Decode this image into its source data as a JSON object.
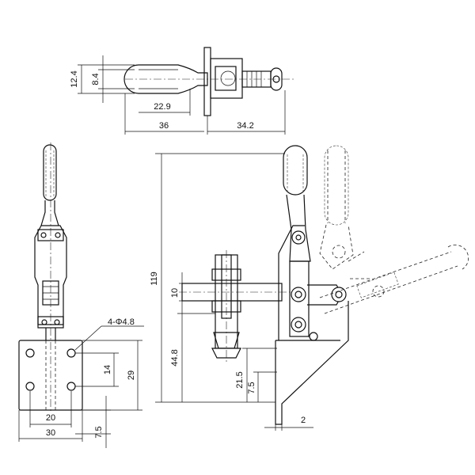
{
  "dimensions": {
    "top_12_4": "12.4",
    "top_8_4": "8.4",
    "top_22_9": "22.9",
    "top_36": "36",
    "top_34_2": "34.2",
    "side_119": "119",
    "side_10": "10",
    "side_44_8": "44.8",
    "side_21_5": "21.5",
    "side_7_5": "7.5",
    "side_2": "2",
    "base_holes": "4-Φ4.8",
    "base_14": "14",
    "base_29": "29",
    "base_20": "20",
    "base_30": "30",
    "base_7_5": "7.5"
  }
}
